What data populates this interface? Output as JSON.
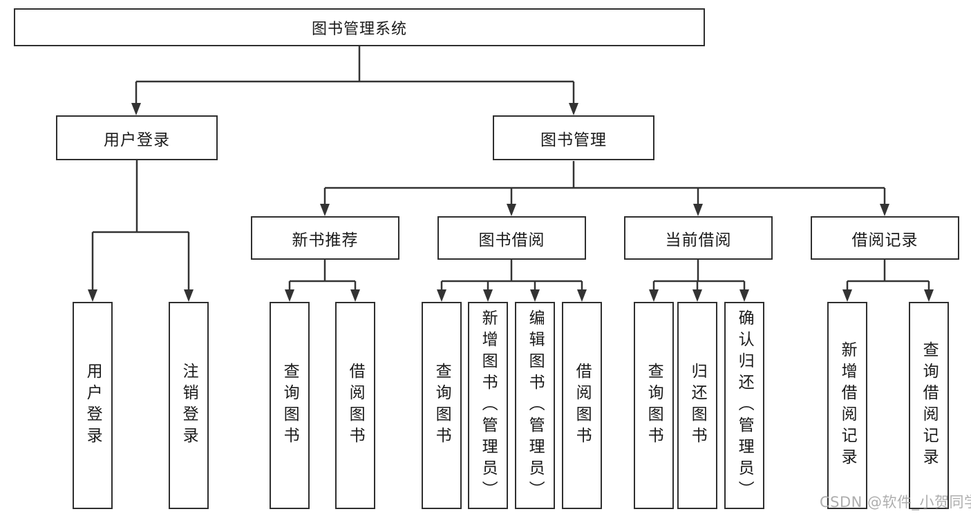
{
  "diagram": {
    "type": "hierarchy",
    "title": "图书管理系统",
    "colors": {
      "background": "#ffffff",
      "line": "#333333",
      "box_border": "#2f2f2f",
      "text": "#1a1a1a",
      "watermark": "#a6a6a6"
    },
    "watermark": {
      "text": "CSDN @软件_小贺同学"
    },
    "nodes": {
      "root": {
        "label": "图书管理系统",
        "level": 0,
        "parent": null
      },
      "user_login": {
        "label": "用户登录",
        "level": 1,
        "parent": "root"
      },
      "book_mgmt": {
        "label": "图书管理",
        "level": 1,
        "parent": "root"
      },
      "new_books": {
        "label": "新书推荐",
        "level": 2,
        "parent": "book_mgmt"
      },
      "book_borrow": {
        "label": "图书借阅",
        "level": 2,
        "parent": "book_mgmt"
      },
      "current_borrow": {
        "label": "当前借阅",
        "level": 2,
        "parent": "book_mgmt"
      },
      "borrow_records": {
        "label": "借阅记录",
        "level": 2,
        "parent": "book_mgmt"
      },
      "leaf_user_login": {
        "label": "用户登录",
        "level": 3,
        "parent": "user_login"
      },
      "leaf_logout": {
        "label": "注销登录",
        "level": 3,
        "parent": "user_login"
      },
      "leaf_nb_query": {
        "label": "查询图书",
        "level": 3,
        "parent": "new_books"
      },
      "leaf_nb_borrow": {
        "label": "借阅图书",
        "level": 3,
        "parent": "new_books"
      },
      "leaf_bb_query": {
        "label": "查询图书",
        "level": 3,
        "parent": "book_borrow"
      },
      "leaf_bb_add": {
        "label": "新增图书（管理员）",
        "level": 3,
        "parent": "book_borrow"
      },
      "leaf_bb_edit": {
        "label": "编辑图书（管理员）",
        "level": 3,
        "parent": "book_borrow"
      },
      "leaf_bb_borrow": {
        "label": "借阅图书",
        "level": 3,
        "parent": "book_borrow"
      },
      "leaf_cb_query": {
        "label": "查询图书",
        "level": 3,
        "parent": "current_borrow"
      },
      "leaf_cb_return": {
        "label": "归还图书",
        "level": 3,
        "parent": "current_borrow"
      },
      "leaf_cb_confirm": {
        "label": "确认归还（管理员）",
        "level": 3,
        "parent": "current_borrow"
      },
      "leaf_br_add": {
        "label": "新增借阅记录",
        "level": 3,
        "parent": "borrow_records"
      },
      "leaf_br_query": {
        "label": "查询借阅记录",
        "level": 3,
        "parent": "borrow_records"
      }
    }
  }
}
